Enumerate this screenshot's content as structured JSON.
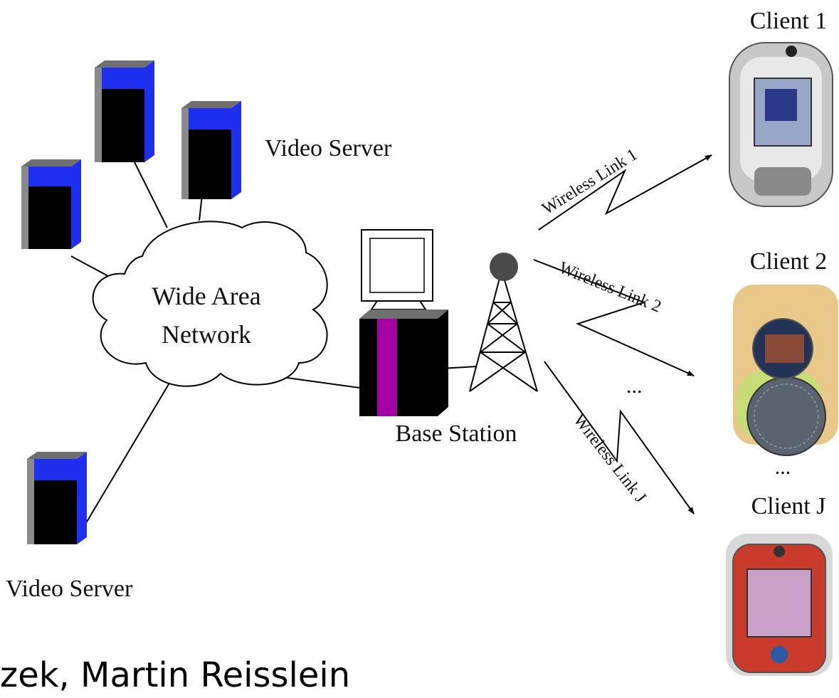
{
  "labels": {
    "video_server_top": "Video Server",
    "video_server_bottom": "Video Server",
    "cloud_line1": "Wide Area",
    "cloud_line2": "Network",
    "base_station": "Base Station",
    "link_1": "Wireless Link 1",
    "link_2": "Wireless Link 2",
    "link_j": "Wireless Link J",
    "ellipsis_links": "...",
    "ellipsis_clients": "...",
    "client_1": "Client 1",
    "client_2": "Client 2",
    "client_j": "Client J"
  },
  "author": "zek, Martin Reisslein",
  "colors": {
    "server_stripe": "#1f2ff0",
    "base_station_stripe": "#a300a3",
    "line": "#000000"
  }
}
